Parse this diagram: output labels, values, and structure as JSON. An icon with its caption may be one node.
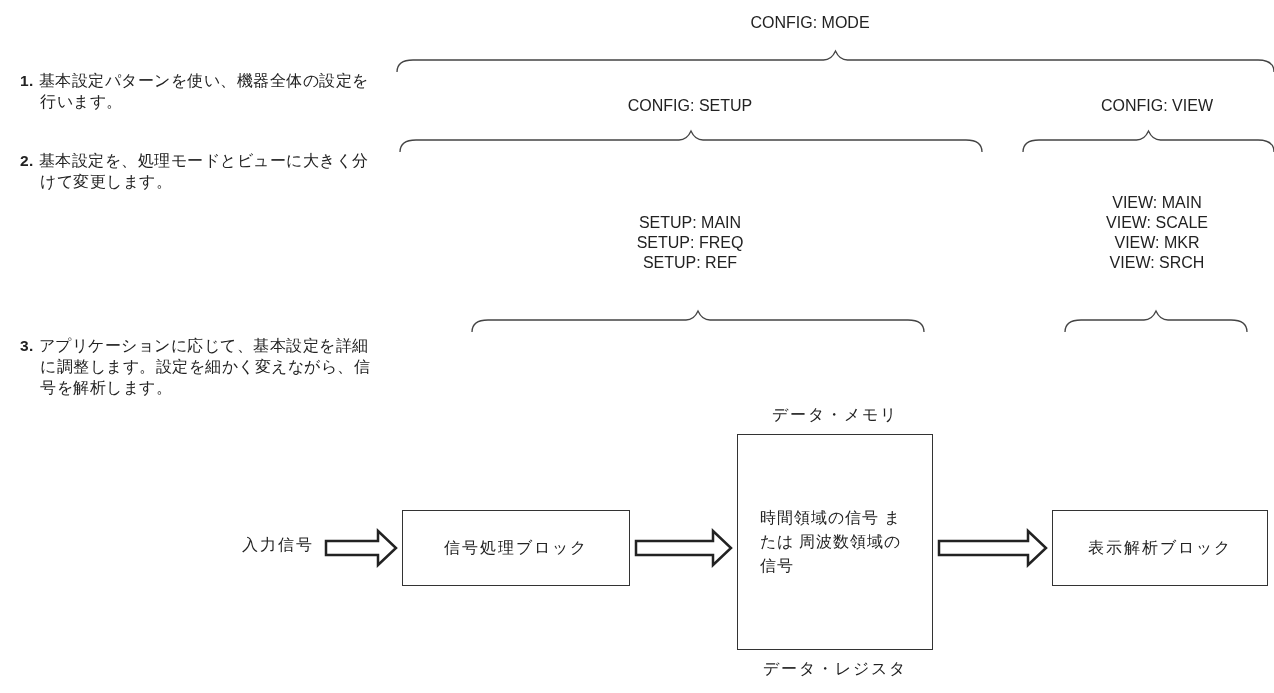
{
  "diagram": {
    "nodes": [
      {
        "text": [
          "入力信号"
        ]
      },
      {
        "text": [
          "信号処理ブロック"
        ]
      },
      {
        "text": [
          "データ・メモリ",
          "時間領域の信号 または 周波数領域の信号"
        ],
        "beside": [
          "データ・レジスタ"
        ]
      },
      {
        "text": [
          "表示解析ブロック"
        ]
      }
    ],
    "edges": [
      {
        "from": 0,
        "to": 1,
        "arrow": "to"
      },
      {
        "from": 1,
        "to": 2,
        "arrow": "to"
      },
      {
        "from": 2,
        "to": 3,
        "arrow": "to"
      }
    ],
    "labels": [
      "CONFIG: MODE",
      "**1.** 基本設定パターンを使い、機器全体の設定を行います。",
      "CONFIG: SETUP",
      "CONFIG: VIEW",
      "**2.** 基本設定を、処理モードとビューに大きく分けて変更します。",
      "VIEW: MAIN",
      "SETUP: MAIN",
      "VIEW: SCALE",
      "SETUP: FREQ",
      "VIEW: MKR",
      "SETUP: REF",
      "VIEW: SRCH",
      "**3.** アプリケーションに応じて、基本設定を詳細に調整します。設定を細かく変えながら、信号を解析します。"
    ]
  }
}
